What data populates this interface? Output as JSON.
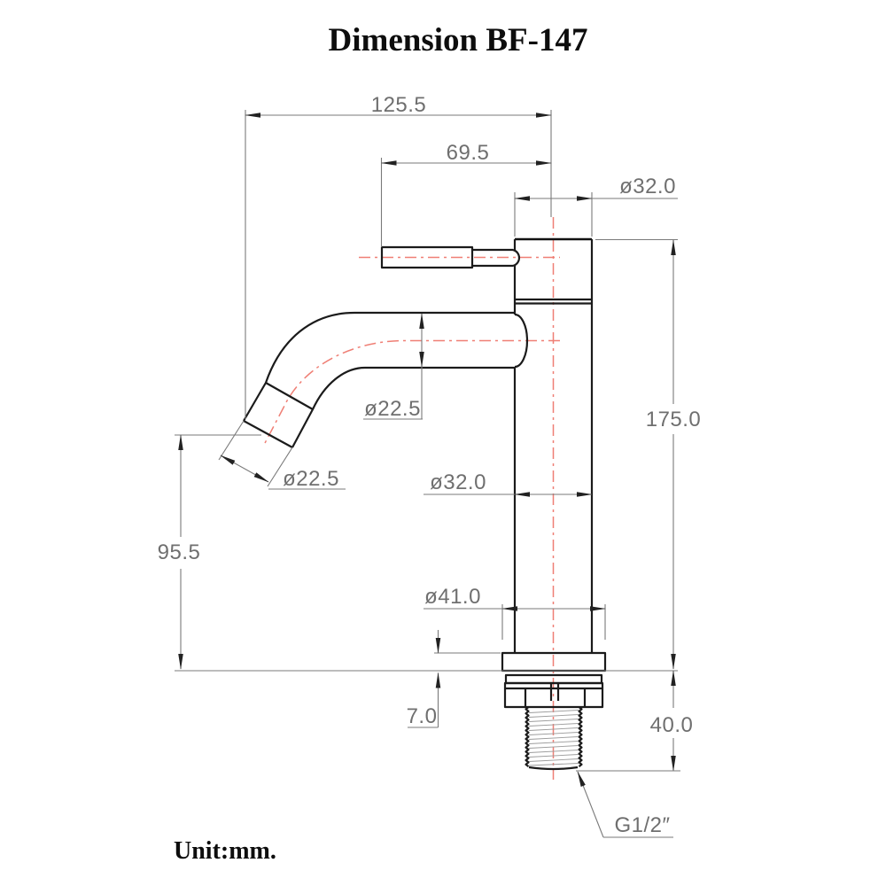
{
  "title": "Dimension BF-147",
  "unit_label": "Unit:mm.",
  "drawing": {
    "model": "BF-147",
    "type": "single-handle basin faucet, side elevation with dimensions",
    "colors": {
      "object_line": "#1b1b1b",
      "dimension_line": "#7a7a7a",
      "dimension_text": "#6f6f6f",
      "centerline_red": "#ef7f75",
      "background": "#ffffff"
    },
    "dims": {
      "overall_projection": "125.5",
      "handle_reach": "69.5",
      "top_cap_diameter": "ø32.0",
      "spout_tube_diameter": "ø22.5",
      "spout_tip_diameter": "ø22.5",
      "body_diameter": "ø32.0",
      "total_height": "175.0",
      "spout_outlet_height": "95.5",
      "base_flange_diameter": "ø41.0",
      "base_flange_thickness": "7.0",
      "shank_length": "40.0",
      "thread_spec": "G1/2″"
    }
  }
}
